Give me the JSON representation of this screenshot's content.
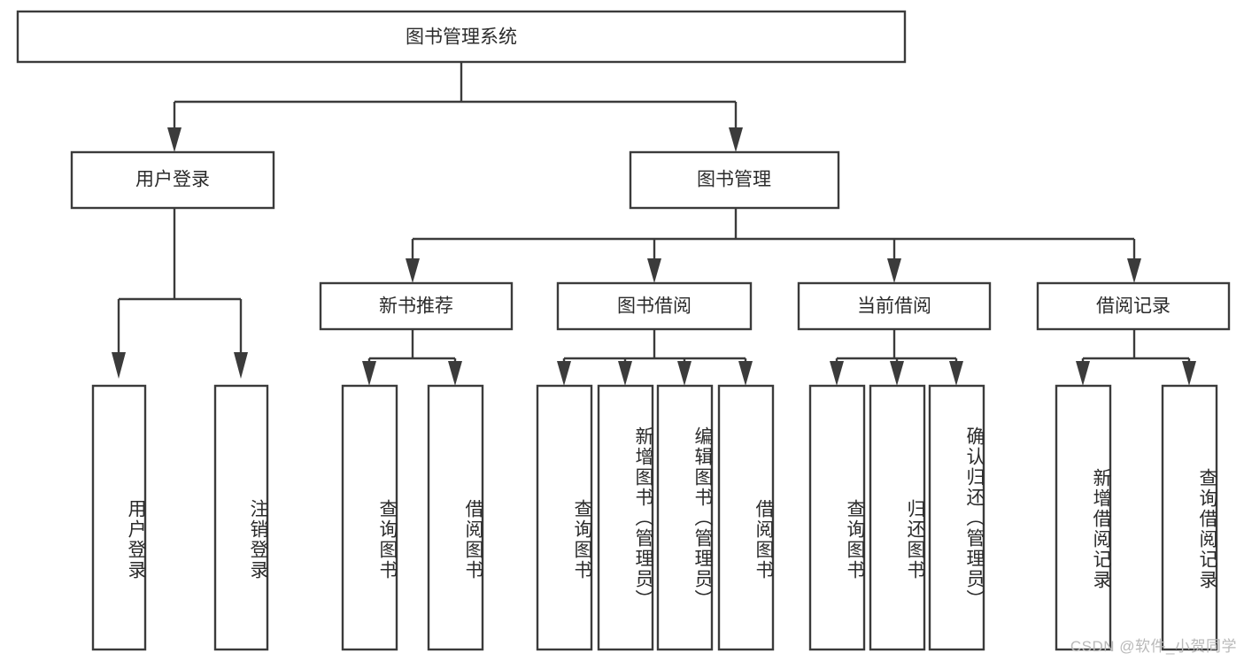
{
  "diagram": {
    "type": "tree-hierarchy",
    "title": "图书管理系统",
    "orientation": "top-down",
    "root": {
      "label": "图书管理系统",
      "id": "root"
    },
    "level2": [
      {
        "id": "user-login",
        "label": "用户登录"
      },
      {
        "id": "book-manage",
        "label": "图书管理"
      }
    ],
    "level3": [
      {
        "id": "new-book-recommend",
        "label": "新书推荐",
        "parent": "book-manage"
      },
      {
        "id": "book-borrow",
        "label": "图书借阅",
        "parent": "book-manage"
      },
      {
        "id": "current-borrow",
        "label": "当前借阅",
        "parent": "book-manage"
      },
      {
        "id": "borrow-record",
        "label": "借阅记录",
        "parent": "book-manage"
      }
    ],
    "leaves": {
      "user-login": [
        {
          "id": "leaf-user-login",
          "label": "用户登录"
        },
        {
          "id": "leaf-logout",
          "label": "注销登录"
        }
      ],
      "new-book-recommend": [
        {
          "id": "leaf-query-book-1",
          "label": "查询图书"
        },
        {
          "id": "leaf-borrow-book-1",
          "label": "借阅图书"
        }
      ],
      "book-borrow": [
        {
          "id": "leaf-query-book-2",
          "label": "查询图书"
        },
        {
          "id": "leaf-add-book",
          "label": "新增图书（管理员）"
        },
        {
          "id": "leaf-edit-book",
          "label": "编辑图书（管理员）"
        },
        {
          "id": "leaf-borrow-book-2",
          "label": "借阅图书"
        }
      ],
      "current-borrow": [
        {
          "id": "leaf-query-book-3",
          "label": "查询图书"
        },
        {
          "id": "leaf-return-book",
          "label": "归还图书"
        },
        {
          "id": "leaf-confirm-return",
          "label": "确认归还（管理员）"
        }
      ],
      "borrow-record": [
        {
          "id": "leaf-add-record",
          "label": "新增借阅记录"
        },
        {
          "id": "leaf-query-record",
          "label": "查询借阅记录"
        }
      ]
    },
    "colors": {
      "box_fill": "#ffffff",
      "box_stroke": "#3b3b3b",
      "text": "#2b2b2b",
      "background": "#ffffff",
      "watermark": "#b9b9b9"
    }
  },
  "watermark": {
    "text": "CSDN @软件_小贺同学"
  }
}
